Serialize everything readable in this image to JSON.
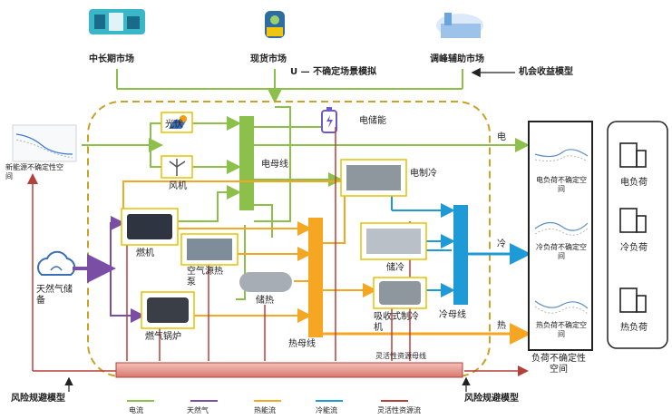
{
  "markets": {
    "mid_long": "中长期市场",
    "spot": "现货市场",
    "peak": "调峰辅助市场",
    "uncertainty": "U — 不确定场景模拟",
    "opportunity": "机会收益模型"
  },
  "left": {
    "renewable": "新能源不确定性空间",
    "gas_storage": "天然气储备"
  },
  "devices": {
    "pv": "光伏",
    "wind": "风机",
    "gas_turbine": "燃机",
    "air_heatpump": "空气源热泵",
    "heat_storage": "储热",
    "gas_boiler": "燃气锅炉",
    "elec_storage": "电储能",
    "elec_chiller": "电制冷",
    "cold_storage": "储冷",
    "absorption": "吸收式制冷机"
  },
  "buses": {
    "elec": "电母线",
    "heat": "热母线",
    "cold": "冷母线",
    "flex": "灵活性资源母线"
  },
  "outputs": {
    "elec": "电",
    "cold": "冷",
    "heat": "热"
  },
  "uncertainty_panel": {
    "elec": "电负荷不确定空间",
    "cold": "冷负荷不确定空间",
    "heat": "热负荷不确定空间",
    "label": "负荷不确定性空间"
  },
  "loads": {
    "elec": "电负荷",
    "cold": "冷负荷",
    "heat": "热负荷"
  },
  "risk": {
    "left": "风险规避模型",
    "right": "风险规避模型"
  },
  "legend": {
    "elec": "电流",
    "gas": "天然气",
    "heat": "热能流",
    "cold": "冷能流",
    "flex": "灵活性资源流"
  },
  "colors": {
    "elec": "#8cc04b",
    "gas": "#7b4ea6",
    "heat": "#f5a623",
    "cold": "#1e9bd7",
    "flex": "#b5403a",
    "dash": "#c9a227"
  }
}
